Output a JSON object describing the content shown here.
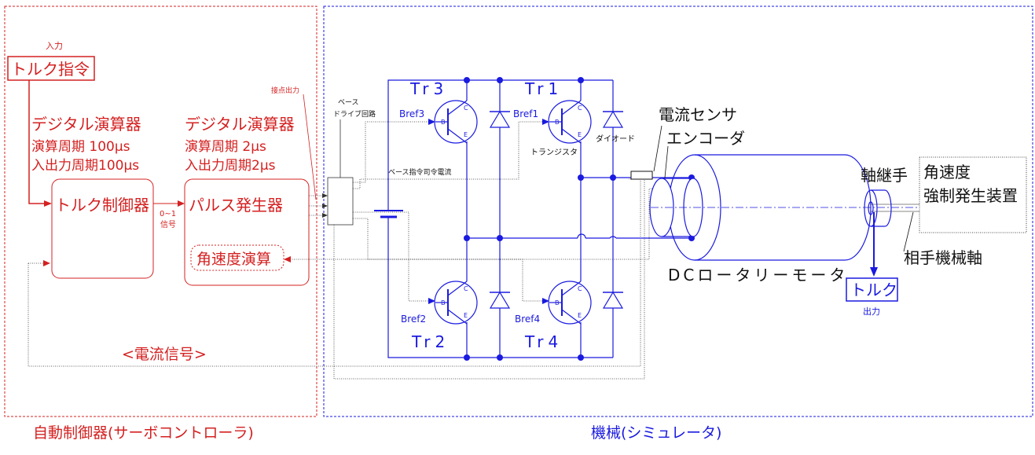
{
  "sections": {
    "controller": "自動制御器(サーボコントローラ)",
    "machine": "機械(シミュレータ)"
  },
  "controller": {
    "input_small": "入力",
    "torque_command": "トルク指令",
    "digital1": {
      "title": "デジタル演算器",
      "calc_period": "演算周期 100μs",
      "io_period": "入出力周期100μs"
    },
    "digital2": {
      "title": "デジタル演算器",
      "calc_period": "演算周期 2μs",
      "io_period": "入出力周期2μs"
    },
    "torque_controller": "トルク制御器",
    "pulse_generator": "パルス発生器",
    "angular_velocity_calc": "角速度演算",
    "signal_small_1": "0~1",
    "signal_small_2": "信号",
    "current_signal": "<電流信号>",
    "contact_output": "接点出力"
  },
  "machine": {
    "base_drive_1": "ベース",
    "base_drive_2": "ドライブ回路",
    "base_current_label": "ベース指令司令電流",
    "tr3": "Tr3",
    "tr1": "Tr1",
    "tr2": "Tr2",
    "tr4": "Tr4",
    "bref3": "Bref3",
    "bref1": "Bref1",
    "bref2": "Bref2",
    "bref4": "Bref4",
    "transistor": "トランジスタ",
    "diode": "ダイオード",
    "current_sensor": "電流センサ",
    "encoder": "エンコーダ",
    "motor": "DCロータリーモータ",
    "coupling": "軸継手",
    "angular_gen_1": "角速度",
    "angular_gen_2": "強制発生装置",
    "partner_shaft": "相手機械軸",
    "torque_out": "トルク",
    "torque_out_small": "出力",
    "terminal_b": "B",
    "terminal_c": "C",
    "terminal_e": "E"
  },
  "colors": {
    "controller": "#d42020",
    "machine": "#1a1ae0",
    "wiring": "#111111"
  }
}
